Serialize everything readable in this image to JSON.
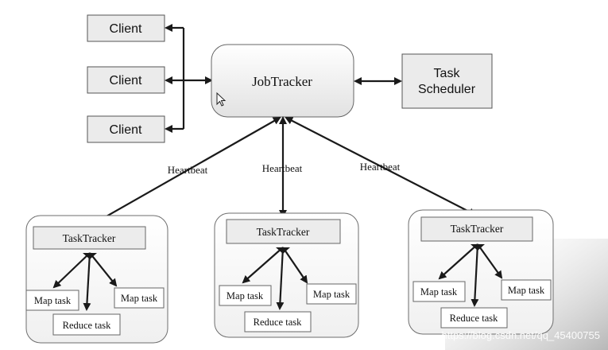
{
  "diagram": {
    "clients": [
      "Client",
      "Client",
      "Client"
    ],
    "jobtracker": "JobTracker",
    "task_scheduler": {
      "line1": "Task",
      "line2": "Scheduler"
    },
    "heartbeat_labels": [
      "Heartbeat",
      "Heartbeat",
      "Heartbeat"
    ],
    "task_trackers": [
      {
        "title": "TaskTracker",
        "map1": "Map task",
        "map2": "Map task",
        "reduce": "Reduce task"
      },
      {
        "title": "TaskTracker",
        "map1": "Map task",
        "map2": "Map task",
        "reduce": "Reduce task"
      },
      {
        "title": "TaskTracker",
        "map1": "Map task",
        "map2": "Map task",
        "reduce": "Reduce task"
      }
    ],
    "icons": {
      "cursor": "mouse-pointer-icon"
    }
  },
  "watermark": "https://blog.csdn.net/qq_45400755"
}
